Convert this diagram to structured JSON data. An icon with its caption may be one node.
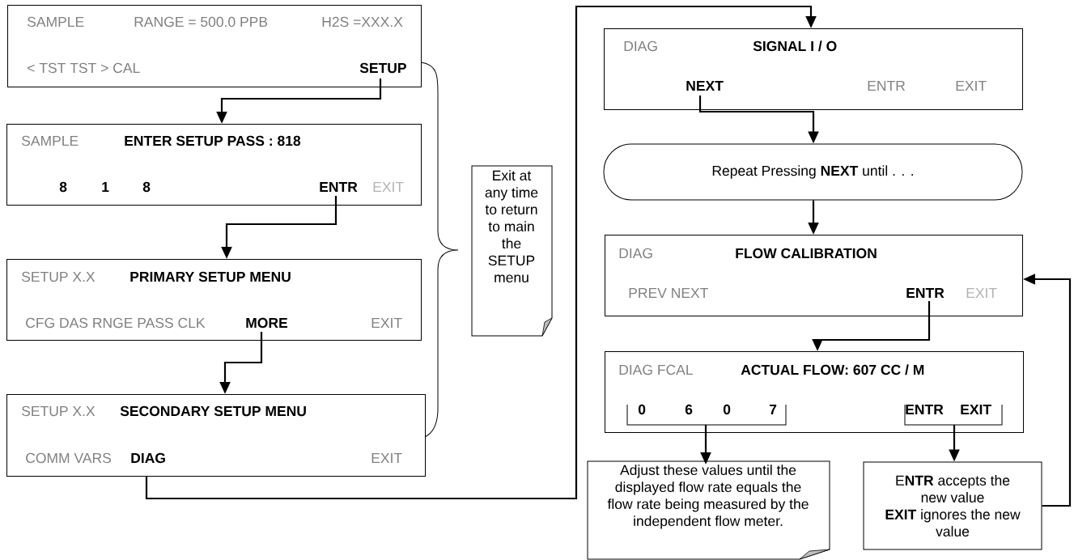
{
  "diagram": {
    "nodes": [
      {
        "text": [
          "SAMPLE",
          "RANGE = 500.0 PPB",
          "H2S =XXX.X",
          "< TST TST > CAL",
          "SETUP"
        ]
      },
      {
        "text": [
          "SAMPLE",
          "ENTER SETUP PASS : 818",
          "8",
          "1",
          "8",
          "ENTR",
          "EXIT"
        ]
      },
      {
        "text": [
          "SETUP X.X",
          "PRIMARY SETUP MENU",
          "CFG DAS RNGE PASS CLK",
          "MORE",
          "EXIT"
        ]
      },
      {
        "text": [
          "SETUP X.X",
          "SECONDARY SETUP MENU",
          "COMM VARS",
          "DIAG",
          "EXIT"
        ]
      },
      {
        "text": [
          "Exit at any time to return to main the SETUP menu"
        ]
      },
      {
        "text": [
          "DIAG",
          "SIGNAL I / O",
          "NEXT",
          "ENTR",
          "EXIT"
        ]
      },
      {
        "text": [
          "Repeat Pressing **NEXT** until . . ."
        ]
      },
      {
        "text": [
          "DIAG",
          "FLOW CALIBRATION",
          "PREV NEXT",
          "ENTR",
          "EXIT"
        ]
      },
      {
        "text": [
          "DIAG FCAL",
          "ACTUAL FLOW: 607 CC / M",
          "0",
          "6",
          "0",
          "7",
          "ENTR",
          "EXIT"
        ]
      },
      {
        "text": [
          "Adjust these values until the displayed flow rate equals the flow rate being measured by the independent flow meter."
        ]
      },
      {
        "text": [
          "E**NTR** accepts the new value",
          "**EXIT** ignores the new value"
        ]
      }
    ],
    "edges": [
      {
        "from": 0,
        "to": 1,
        "arrow": "to"
      },
      {
        "from": 1,
        "to": 2,
        "arrow": "to"
      },
      {
        "from": 2,
        "to": 3,
        "arrow": "to"
      },
      {
        "from": 3,
        "to": 5,
        "arrow": "to"
      },
      {
        "from": 5,
        "to": 6,
        "arrow": "to"
      },
      {
        "from": 6,
        "to": 7,
        "arrow": "to"
      },
      {
        "from": 7,
        "to": 8,
        "arrow": "to"
      },
      {
        "from": 8,
        "to": 9,
        "arrow": "to"
      },
      {
        "from": 8,
        "to": 10,
        "arrow": "to"
      },
      {
        "from": 10,
        "to": 7,
        "arrow": "to"
      }
    ]
  }
}
